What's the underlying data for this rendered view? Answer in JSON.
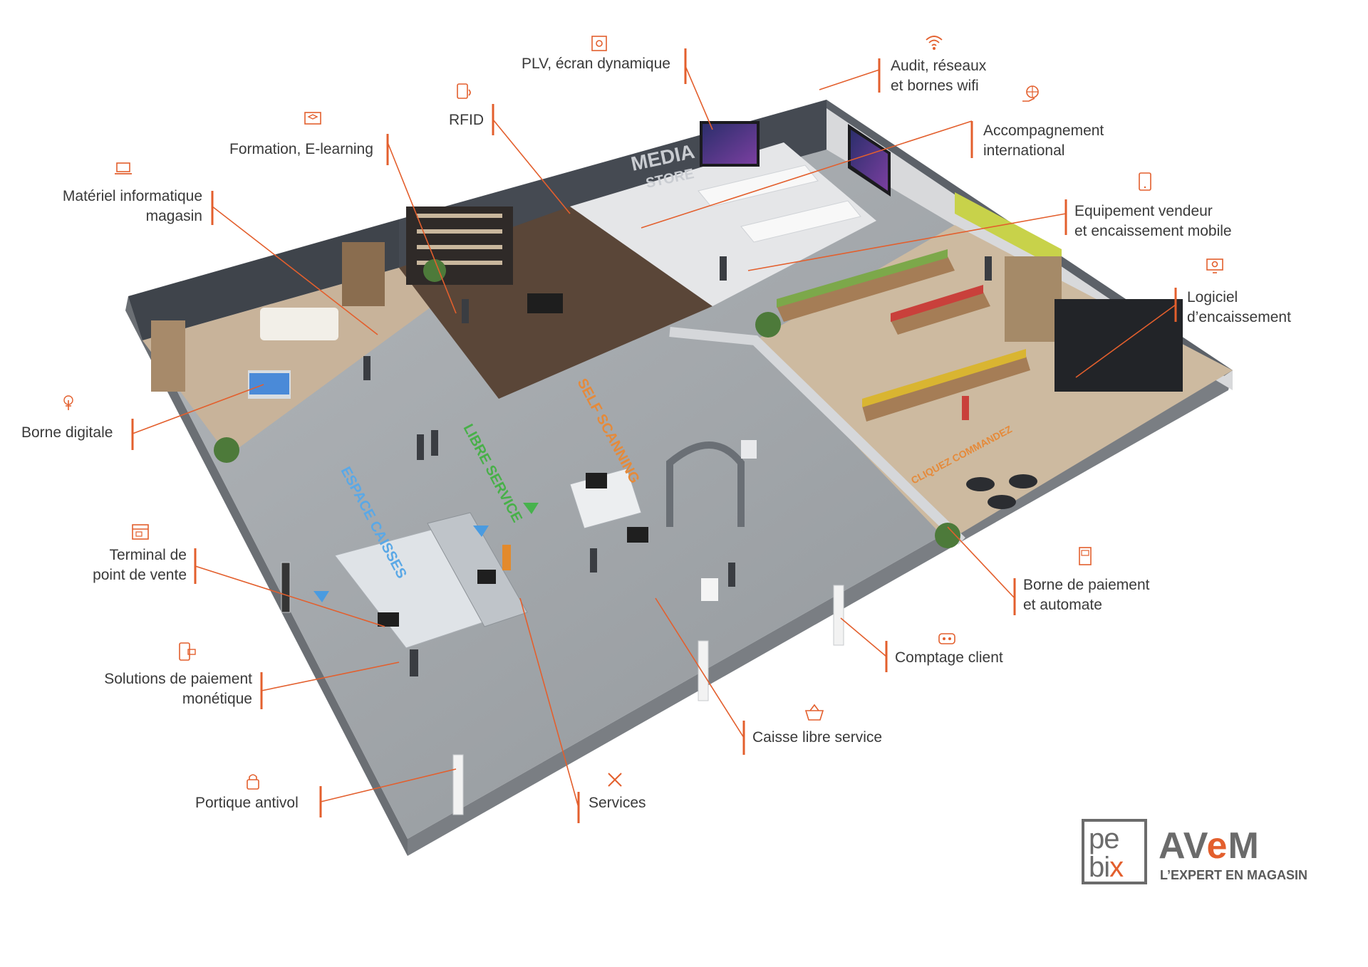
{
  "colors": {
    "accent": "#e35f2d",
    "text": "#3a3a3a",
    "floor": "#a2a7ab",
    "wall": "#3f444b",
    "wood": "#b79a7a"
  },
  "scene": {
    "wall_sign": {
      "line1": "MEDIA",
      "line2": "STORE"
    },
    "floor_texts": [
      "ESPACE CAISSES",
      "LIBRE SERVICE",
      "SELF SCANNING",
      "CLIQUEZ COMMANDEZ"
    ]
  },
  "callouts": [
    {
      "id": "plv",
      "icon": "display-icon",
      "lines": [
        "PLV, écran dynamique"
      ]
    },
    {
      "id": "audit",
      "icon": "wifi-icon",
      "lines": [
        "Audit, réseaux",
        "et bornes wifi"
      ]
    },
    {
      "id": "rfid",
      "icon": "rfid-tag-icon",
      "lines": [
        "RFID"
      ]
    },
    {
      "id": "accompagnement",
      "icon": "globe-hand-icon",
      "lines": [
        "Accompagnement",
        "international"
      ]
    },
    {
      "id": "formation",
      "icon": "graduation-screen-icon",
      "lines": [
        "Formation, E-learning"
      ]
    },
    {
      "id": "equipement",
      "icon": "tablet-icon",
      "lines": [
        "Equipement vendeur",
        "et encaissement mobile"
      ]
    },
    {
      "id": "materiel",
      "icon": "laptop-icon",
      "lines": [
        "Matériel informatique",
        "magasin"
      ]
    },
    {
      "id": "logiciel",
      "icon": "monitor-gear-icon",
      "lines": [
        "Logiciel",
        "d’encaissement"
      ]
    },
    {
      "id": "borne-digitale",
      "icon": "touch-icon",
      "lines": [
        "Borne digitale"
      ]
    },
    {
      "id": "terminal",
      "icon": "pos-terminal-icon",
      "lines": [
        "Terminal de",
        "point de vente"
      ]
    },
    {
      "id": "borne-paiement",
      "icon": "payment-kiosk-icon",
      "lines": [
        "Borne de paiement",
        "et automate"
      ]
    },
    {
      "id": "comptage",
      "icon": "counter-icon",
      "lines": [
        "Comptage client"
      ]
    },
    {
      "id": "solutions",
      "icon": "card-reader-icon",
      "lines": [
        "Solutions de paiement",
        "monétique"
      ]
    },
    {
      "id": "caisse",
      "icon": "basket-icon",
      "lines": [
        "Caisse libre service"
      ]
    },
    {
      "id": "portique",
      "icon": "padlock-icon",
      "lines": [
        "Portique antivol"
      ]
    },
    {
      "id": "services",
      "icon": "tools-icon",
      "lines": [
        "Services"
      ]
    }
  ],
  "logo": {
    "pebix_top": "pe",
    "pebix_bottom_a": "bi",
    "pebix_bottom_b": "x",
    "avem_a": "AV",
    "avem_e": "e",
    "avem_b": "M",
    "tagline": "L’EXPERT EN MAGASIN"
  }
}
